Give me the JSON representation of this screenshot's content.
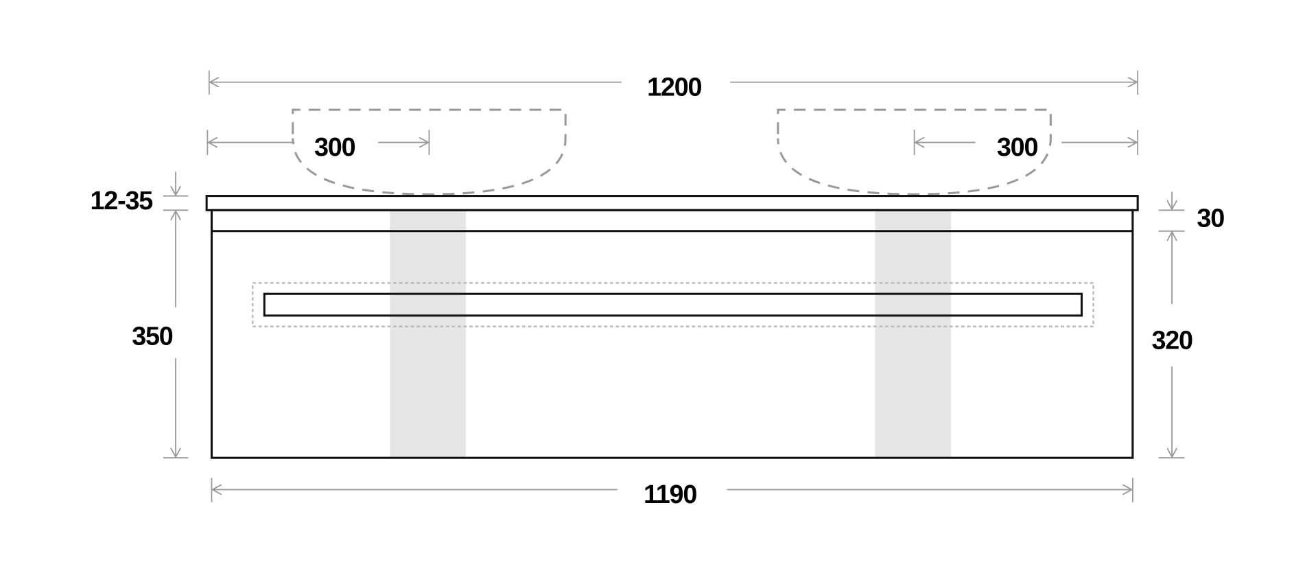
{
  "dimensions": {
    "overall_width": "1200",
    "basin_left_offset": "300",
    "basin_right_offset": "300",
    "top_thickness": "12-35",
    "overall_height": "350",
    "drawer_gap": "30",
    "drawer_height": "320",
    "cabinet_width": "1190"
  },
  "colors": {
    "outline": "#111111",
    "dimension_lines": "#999999",
    "shaded_bands": "#e6e6e6"
  }
}
